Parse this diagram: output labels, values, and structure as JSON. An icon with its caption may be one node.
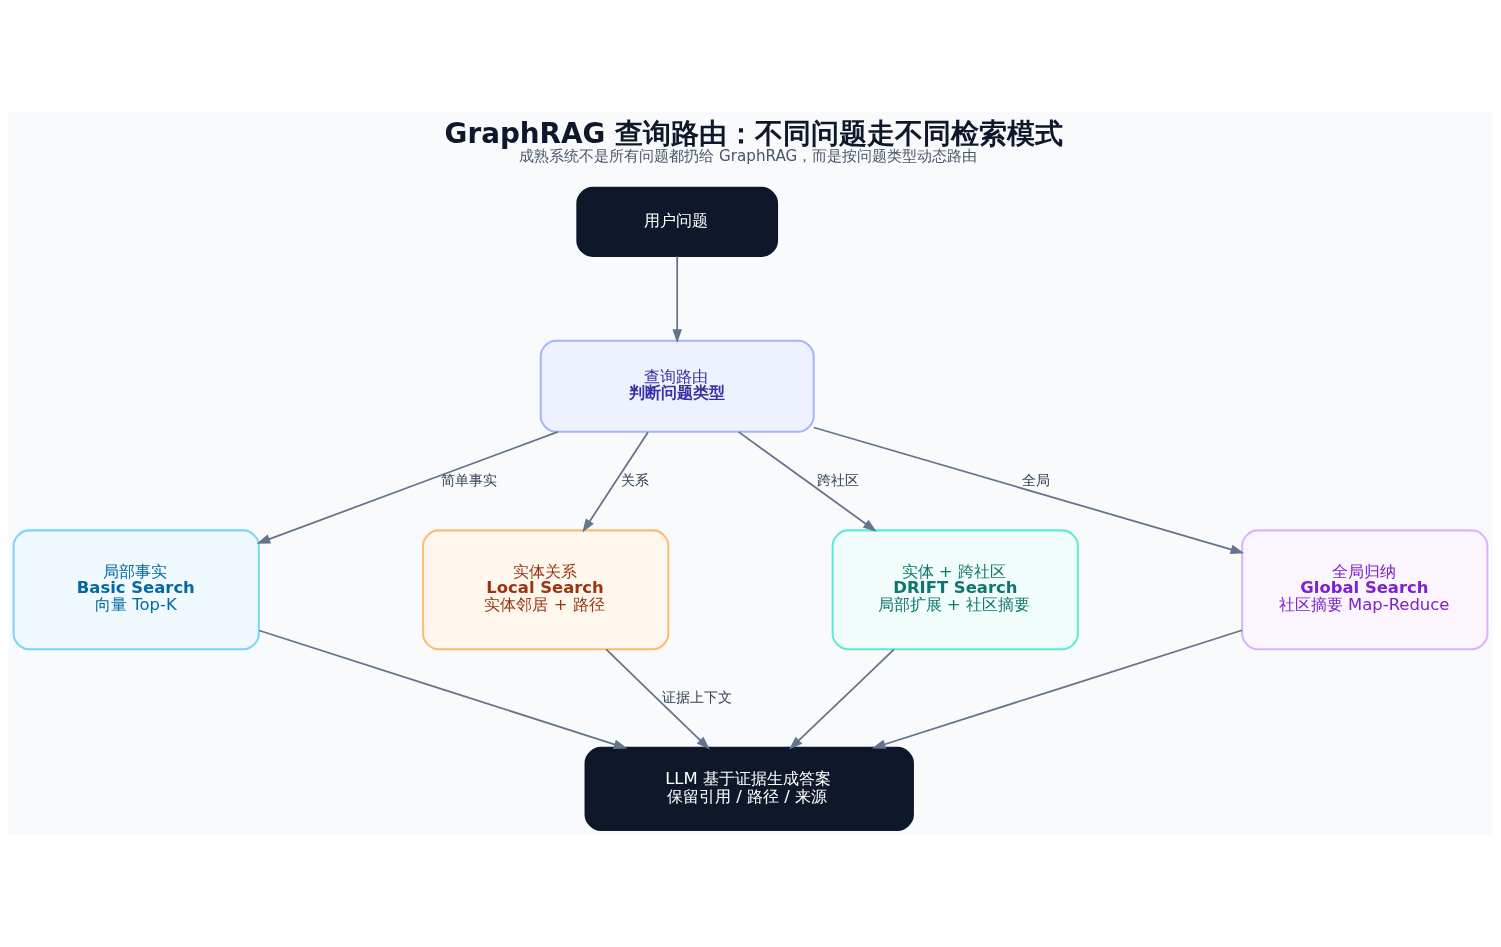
{
  "diagram": {
    "title": "GraphRAG 查询路由：不同问题走不同检索模式",
    "caption": "成熟系统不是所有问题都扔给 GraphRAG，而是按问题类型动态路由",
    "nodes": [
      {
        "text": [
          "用户问题"
        ]
      },
      {
        "text": [
          "查询路由",
          "判断问题类型"
        ]
      },
      {
        "text": [
          "局部事实",
          "Basic Search",
          "向量 Top-K"
        ]
      },
      {
        "text": [
          "实体关系",
          "Local Search",
          "实体邻居 + 路径"
        ]
      },
      {
        "text": [
          "实体 + 跨社区",
          "DRIFT Search",
          "局部扩展 + 社区摘要"
        ]
      },
      {
        "text": [
          "全局归纳",
          "Global Search",
          "社区摘要 Map-Reduce"
        ]
      },
      {
        "text": [
          "LLM 基于证据生成答案",
          "保留引用 / 路径 / 来源"
        ]
      }
    ],
    "edges": [
      {
        "from": 0,
        "to": 1,
        "arrow": "to"
      },
      {
        "from": 1,
        "to": 2,
        "arrow": "to",
        "label": "简单事实"
      },
      {
        "from": 1,
        "to": 3,
        "arrow": "to",
        "label": "关系"
      },
      {
        "from": 1,
        "to": 4,
        "arrow": "to",
        "label": "跨社区"
      },
      {
        "from": 1,
        "to": 5,
        "arrow": "to",
        "label": "全局"
      },
      {
        "from": 2,
        "to": 6,
        "arrow": "to"
      },
      {
        "from": 3,
        "to": 6,
        "arrow": "to",
        "label": "证据上下文"
      },
      {
        "from": 4,
        "to": 6,
        "arrow": "to"
      },
      {
        "from": 5,
        "to": 6,
        "arrow": "to"
      }
    ]
  }
}
